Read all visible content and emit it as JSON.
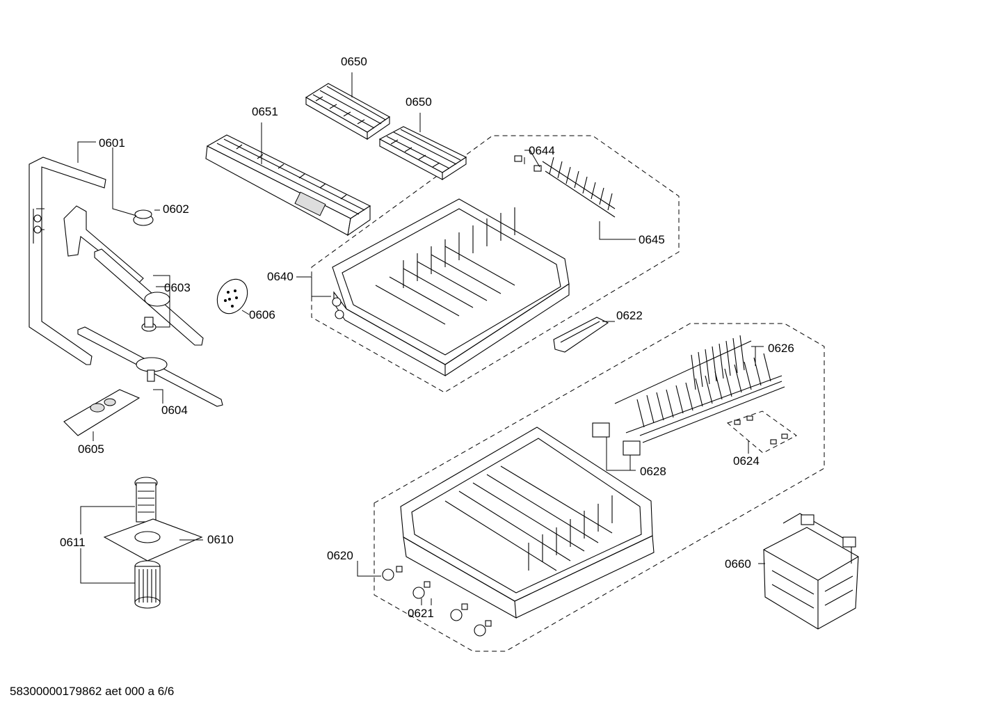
{
  "diagram": {
    "callouts": [
      {
        "id": "c0650a",
        "text": "0650"
      },
      {
        "id": "c0650b",
        "text": "0650"
      },
      {
        "id": "c0651",
        "text": "0651"
      },
      {
        "id": "c0601",
        "text": "0601"
      },
      {
        "id": "c0602",
        "text": "0602"
      },
      {
        "id": "c0603",
        "text": "0603"
      },
      {
        "id": "c0606",
        "text": "0606"
      },
      {
        "id": "c0604",
        "text": "0604"
      },
      {
        "id": "c0605",
        "text": "0605"
      },
      {
        "id": "c0644",
        "text": "0644"
      },
      {
        "id": "c0645",
        "text": "0645"
      },
      {
        "id": "c0640",
        "text": "0640"
      },
      {
        "id": "c0622",
        "text": "0622"
      },
      {
        "id": "c0626",
        "text": "0626"
      },
      {
        "id": "c0624",
        "text": "0624"
      },
      {
        "id": "c0628",
        "text": "0628"
      },
      {
        "id": "c0611",
        "text": "0611"
      },
      {
        "id": "c0610",
        "text": "0610"
      },
      {
        "id": "c0620",
        "text": "0620"
      },
      {
        "id": "c0621",
        "text": "0621"
      },
      {
        "id": "c0660",
        "text": "0660"
      }
    ],
    "footer": "58300000179862 aet 000 a 6/6"
  }
}
